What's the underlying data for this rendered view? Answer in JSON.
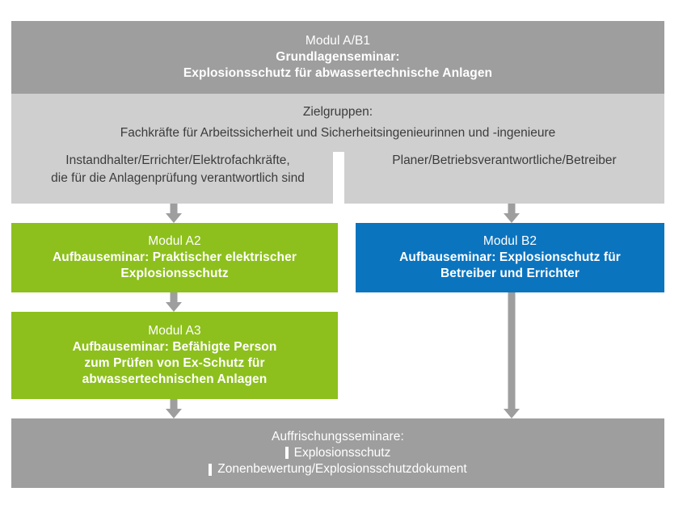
{
  "diagram": {
    "colors": {
      "header_grey": "#9e9e9e",
      "light_grey": "#cfcfcf",
      "green": "#8dc01c",
      "blue": "#0b74bf",
      "arrow_grey": "#9e9e9e",
      "text_light": "#ffffff",
      "text_dark": "#3c3c3c",
      "page_background": "#ffffff"
    },
    "root_module": {
      "title": "Modul A/B1",
      "subtitle_line1": "Grundlagenseminar:",
      "subtitle_line2": "Explosionsschutz für abwassertechnische Anlagen"
    },
    "target_groups": {
      "heading": "Zielgruppen:",
      "common": "Fachkräfte für Arbeitssicherheit und Sicherheitsingenieurinnen und -ingenieure",
      "left_line1": "Instandhalter/Errichter/Elektrofachkräfte,",
      "left_line2": "die für die Anlagenprüfung verantwortlich sind",
      "right_line1": "Planer/Betriebsverantwortliche/Betreiber"
    },
    "modules": {
      "a2": {
        "title": "Modul A2",
        "subtitle_line1": "Aufbauseminar: Praktischer elektrischer",
        "subtitle_line2": "Explosionsschutz"
      },
      "a3": {
        "title": "Modul A3",
        "subtitle_line1": "Aufbauseminar: Befähigte Person",
        "subtitle_line2": "zum Prüfen von Ex-Schutz für",
        "subtitle_line3": "abwassertechnischen Anlagen"
      },
      "b2": {
        "title": "Modul B2",
        "subtitle_line1": "Aufbauseminar: Explosionschutz für",
        "subtitle_line2": "Betreiber und Errichter"
      }
    },
    "refresher": {
      "title": "Auffrischungsseminare:",
      "item1": "Explosionsschutz",
      "item2": "Zonenbewertung/Explosionsschutzdokument"
    }
  }
}
